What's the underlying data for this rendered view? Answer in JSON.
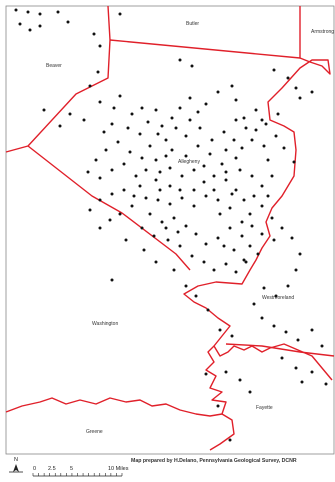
{
  "map": {
    "counties": {
      "butler": "Butler",
      "armstrong": "Armstrong",
      "beaver": "Beaver",
      "allegheny": "Allegheny",
      "westmoreland": "Westmoreland",
      "washington": "Washington",
      "fayette": "Fayette",
      "greene": "Greene"
    },
    "credit": "Map prepared by H.Delano, Pennsylvania Geological Survey, DCNR",
    "north_arrow": "N",
    "scale_bar": {
      "labels": [
        "0",
        "2.5",
        "5",
        "10 Miles"
      ]
    },
    "colors": {
      "boundary": "#e0202a",
      "points": "#111111",
      "background": "#ffffff"
    }
  }
}
